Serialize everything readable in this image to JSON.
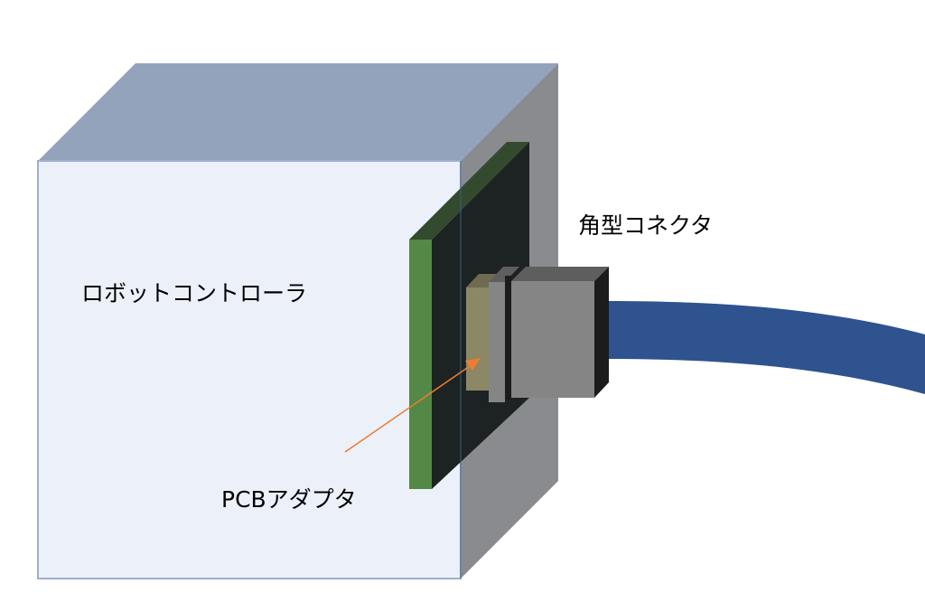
{
  "labels": {
    "controller": "ロボットコントローラ",
    "connector": "角型コネクタ",
    "adapter": "PCBアダプタ"
  },
  "colors": {
    "cube_front": "#ECF0F9",
    "cube_top": "#94A3BC",
    "cube_side": "#8A8B8F",
    "pcb_edge": "#548847",
    "pcb_face": "#1C2322",
    "adapter": "#8C8764",
    "connector": "#858585",
    "cable": "#2E538F",
    "arrow": "#ED7D31"
  }
}
